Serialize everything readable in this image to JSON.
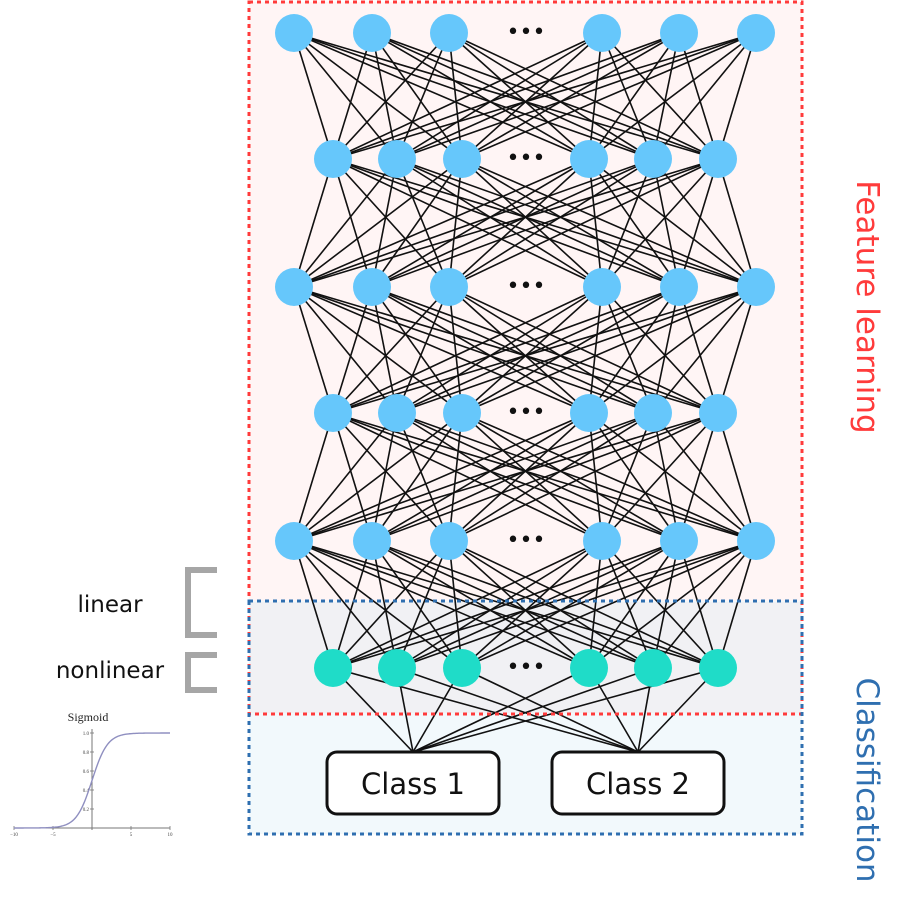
{
  "regions": {
    "feature": {
      "label": "Feature learning",
      "border_color": "#ff3b3b",
      "fill_color": "#fff5f5"
    },
    "classification": {
      "label": "Classification",
      "border_color": "#2f6fb0",
      "fill_color": "#f2f9fc"
    },
    "overlap_fill": "#f1f1f4"
  },
  "network": {
    "ellipsis": "•••",
    "hidden_node_color": "#66c7fb",
    "output_node_color": "#1fdcc8",
    "edge_color": "#111111"
  },
  "classes": [
    {
      "label": "Class 1"
    },
    {
      "label": "Class 2"
    }
  ],
  "annotations": {
    "linear": "linear",
    "nonlinear": "nonlinear",
    "bracket_color": "#a6a6a6"
  },
  "sigmoid_plot": {
    "title": "Sigmoid",
    "x_ticks": [
      "−10",
      "−5",
      "5",
      "10"
    ],
    "y_ticks": [
      "1.0",
      "0.8",
      "0.6",
      "0.4",
      "0.2"
    ],
    "curve_color": "#8f8fc0"
  }
}
